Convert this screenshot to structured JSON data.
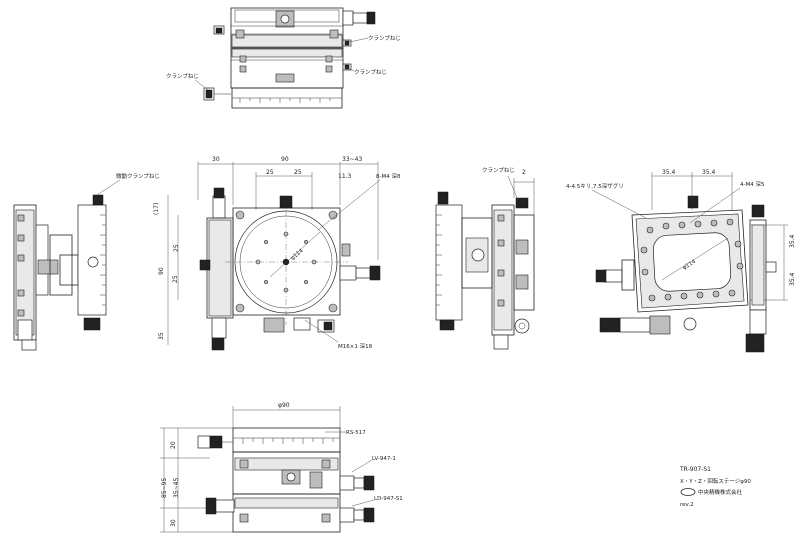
{
  "title_block": {
    "model": "TR-907-S1",
    "description": "X・Y・Z・回転ステージφ90",
    "company": "中央精機株式会社",
    "revision": "rev.2"
  },
  "labels": {
    "clamp_screw": "クランプねじ",
    "fine_clamp_screw": "微動クランプねじ",
    "hole_8m4": "8-M4 深8",
    "hole_4m4": "4-M4 深5",
    "hole_4_45": "4-4.5キリ,7.5深ザグリ",
    "hole_m16": "M16×1 深18",
    "phi114": "φ114",
    "phi90": "φ90",
    "phi114b": "φ114",
    "part_rs": "RS-517",
    "part_lv": "LV-947-1",
    "part_ld": "LD-947-S1"
  },
  "dims": {
    "d30": "30",
    "d90": "90",
    "d33_43": "33~43",
    "d25a": "25",
    "d25b": "25",
    "d11_3": "11.3",
    "d17": "(17)",
    "d25v1": "25",
    "d90v": "90",
    "d25v2": "25",
    "d35v": "35",
    "d2": "2",
    "d35_4a": "35.4",
    "d35_4b": "35.4",
    "d35_4c": "35.4",
    "d35_4d": "35.4",
    "d20": "20",
    "d35_45": "35~45",
    "d85_95": "85~95",
    "d30v": "30"
  }
}
